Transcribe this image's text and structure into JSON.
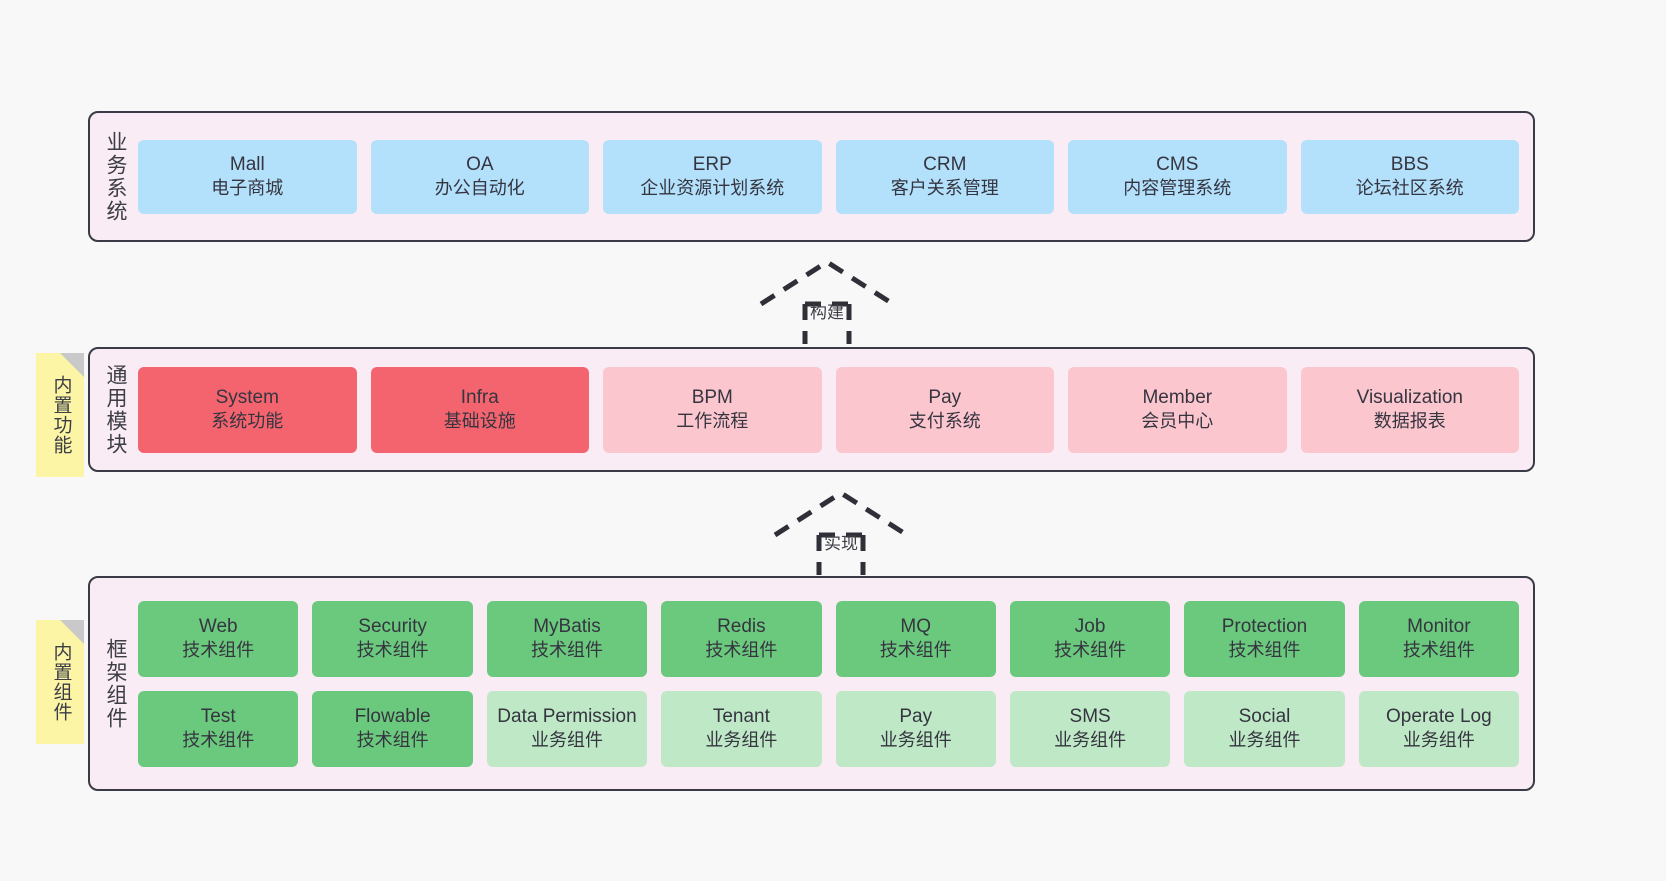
{
  "diagram": {
    "background_color": "#f8f8f8",
    "layer_fill": "#f9ecf5",
    "layer_border": "#3b3b47"
  },
  "layers": [
    {
      "key": "business",
      "label": "业务系统",
      "style": "blue",
      "nodes": [
        {
          "title": "Mall",
          "subtitle": "电子商城"
        },
        {
          "title": "OA",
          "subtitle": "办公自动化"
        },
        {
          "title": "ERP",
          "subtitle": "企业资源计划系统"
        },
        {
          "title": "CRM",
          "subtitle": "客户关系管理"
        },
        {
          "title": "CMS",
          "subtitle": "内容管理系统"
        },
        {
          "title": "BBS",
          "subtitle": "论坛社区系统"
        }
      ]
    },
    {
      "key": "common",
      "label": "通用模块",
      "sticky": "内置功能",
      "nodes": [
        {
          "title": "System",
          "subtitle": "系统功能",
          "style": "red"
        },
        {
          "title": "Infra",
          "subtitle": "基础设施",
          "style": "red"
        },
        {
          "title": "BPM",
          "subtitle": "工作流程",
          "style": "pink"
        },
        {
          "title": "Pay",
          "subtitle": "支付系统",
          "style": "pink"
        },
        {
          "title": "Member",
          "subtitle": "会员中心",
          "style": "pink"
        },
        {
          "title": "Visualization",
          "subtitle": "数据报表",
          "style": "pink"
        }
      ]
    },
    {
      "key": "framework",
      "label": "框架组件",
      "sticky": "内置组件",
      "rows": [
        [
          {
            "title": "Web",
            "subtitle": "技术组件",
            "style": "green-dark"
          },
          {
            "title": "Security",
            "subtitle": "技术组件",
            "style": "green-dark"
          },
          {
            "title": "MyBatis",
            "subtitle": "技术组件",
            "style": "green-dark"
          },
          {
            "title": "Redis",
            "subtitle": "技术组件",
            "style": "green-dark"
          },
          {
            "title": "MQ",
            "subtitle": "技术组件",
            "style": "green-dark"
          },
          {
            "title": "Job",
            "subtitle": "技术组件",
            "style": "green-dark"
          },
          {
            "title": "Protection",
            "subtitle": "技术组件",
            "style": "green-dark"
          },
          {
            "title": "Monitor",
            "subtitle": "技术组件",
            "style": "green-dark"
          }
        ],
        [
          {
            "title": "Test",
            "subtitle": "技术组件",
            "style": "green-dark"
          },
          {
            "title": "Flowable",
            "subtitle": "技术组件",
            "style": "green-dark"
          },
          {
            "title": "Data Permission",
            "subtitle": "业务组件",
            "style": "green-light"
          },
          {
            "title": "Tenant",
            "subtitle": "业务组件",
            "style": "green-light"
          },
          {
            "title": "Pay",
            "subtitle": "业务组件",
            "style": "green-light"
          },
          {
            "title": "SMS",
            "subtitle": "业务组件",
            "style": "green-light"
          },
          {
            "title": "Social",
            "subtitle": "业务组件",
            "style": "green-light"
          },
          {
            "title": "Operate Log",
            "subtitle": "业务组件",
            "style": "green-light"
          }
        ]
      ]
    }
  ],
  "connectors": [
    {
      "key": "build",
      "label": "构建"
    },
    {
      "key": "implement",
      "label": "实现"
    }
  ]
}
